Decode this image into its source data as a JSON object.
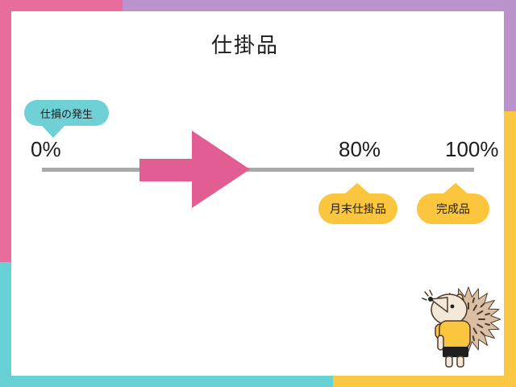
{
  "title": "仕掛品",
  "palette": {
    "frame_pink": "#e76d9d",
    "frame_purple": "#bb93cc",
    "frame_teal": "#68d1d5",
    "frame_yellow": "#fbc843",
    "arrow_pink": "#e25d92",
    "bubble_teal": "#6fd0d6",
    "bubble_yellow": "#fbc53e",
    "line_gray": "#a9a9a9",
    "ink": "#1c1c1c",
    "mascot_spikes": "#d9bfa3",
    "mascot_outline": "#4f3a28",
    "mascot_skin": "#f4e9d8",
    "mascot_shirt": "#fbc53e",
    "mascot_shorts": "#1f1f1f"
  },
  "timeline": {
    "labels": [
      {
        "text": "0%"
      },
      {
        "text": "80%"
      },
      {
        "text": "100%"
      }
    ]
  },
  "callouts": {
    "spoilage": {
      "label": "仕損の発生"
    },
    "ending_wip": {
      "label": "月末仕掛品"
    },
    "finished": {
      "label": "完成品"
    }
  },
  "mascot": {
    "icon": "hedgehog-icon"
  }
}
